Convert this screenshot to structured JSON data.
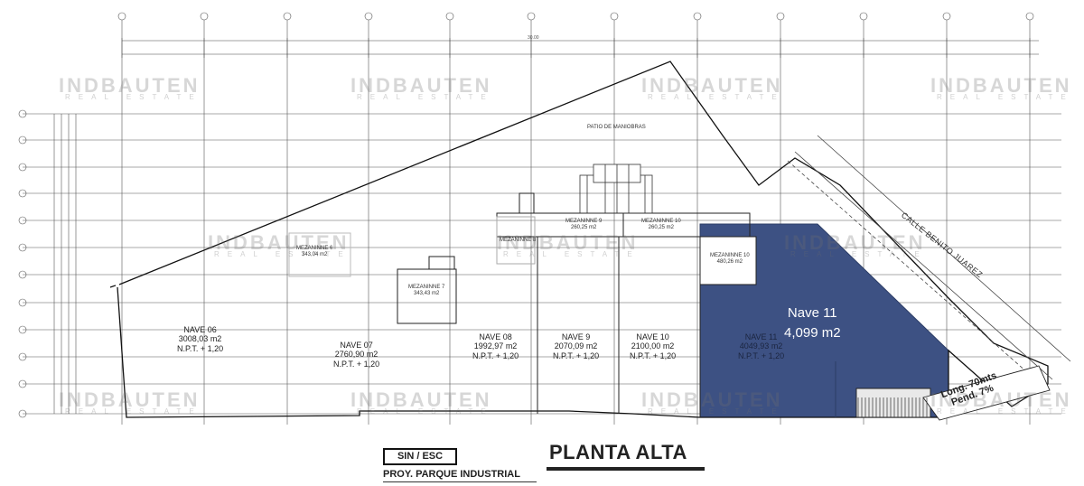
{
  "watermark": {
    "brand": "INDBAUTEN",
    "sub": "REAL ESTATE"
  },
  "plan": {
    "patio": "PATIO DE MANIOBRAS",
    "naves": [
      {
        "name": "NAVE 06",
        "area": "3008,03 m2",
        "npt": "N.P.T. + 1,20"
      },
      {
        "name": "NAVE 07",
        "area": "2760,90 m2",
        "npt": "N.P.T. + 1,20"
      },
      {
        "name": "NAVE 08",
        "area": "1992,97 m2",
        "npt": "N.P.T. + 1,20"
      },
      {
        "name": "NAVE 9",
        "area": "2070,09 m2",
        "npt": "N.P.T. + 1,20"
      },
      {
        "name": "NAVE 10",
        "area": "2100,00 m2",
        "npt": "N.P.T. + 1,20"
      },
      {
        "name": "NAVE 11",
        "area": "4049,93 m2",
        "npt": "N.P.T. + 1,20"
      }
    ],
    "mezzanines": [
      {
        "name": "MEZANINNE 6",
        "area": "343,04 m2"
      },
      {
        "name": "MEZANINNE 7",
        "area": "343,43 m2"
      },
      {
        "name": "MEZANINNE 8",
        "area": ""
      },
      {
        "name": "MEZANINNE 9",
        "area": "260,25 m2"
      },
      {
        "name": "MEZANINNE 10",
        "area": "260,25 m2"
      },
      {
        "name": "MEZANINNE 10",
        "area": "480,26 m2"
      }
    ],
    "dimension_label": "30.00",
    "highlight": {
      "name": "Nave 11",
      "area": "4,099 m2",
      "color": "#3d5183"
    },
    "street": "CALLE BENITO JUAREZ",
    "ramp": {
      "line1": "Long. 70mts",
      "line2": "Pend. 7%"
    }
  },
  "footer": {
    "scale": "SIN / ESC",
    "title": "PLANTA ALTA",
    "project": "PROY. PARQUE INDUSTRIAL"
  }
}
